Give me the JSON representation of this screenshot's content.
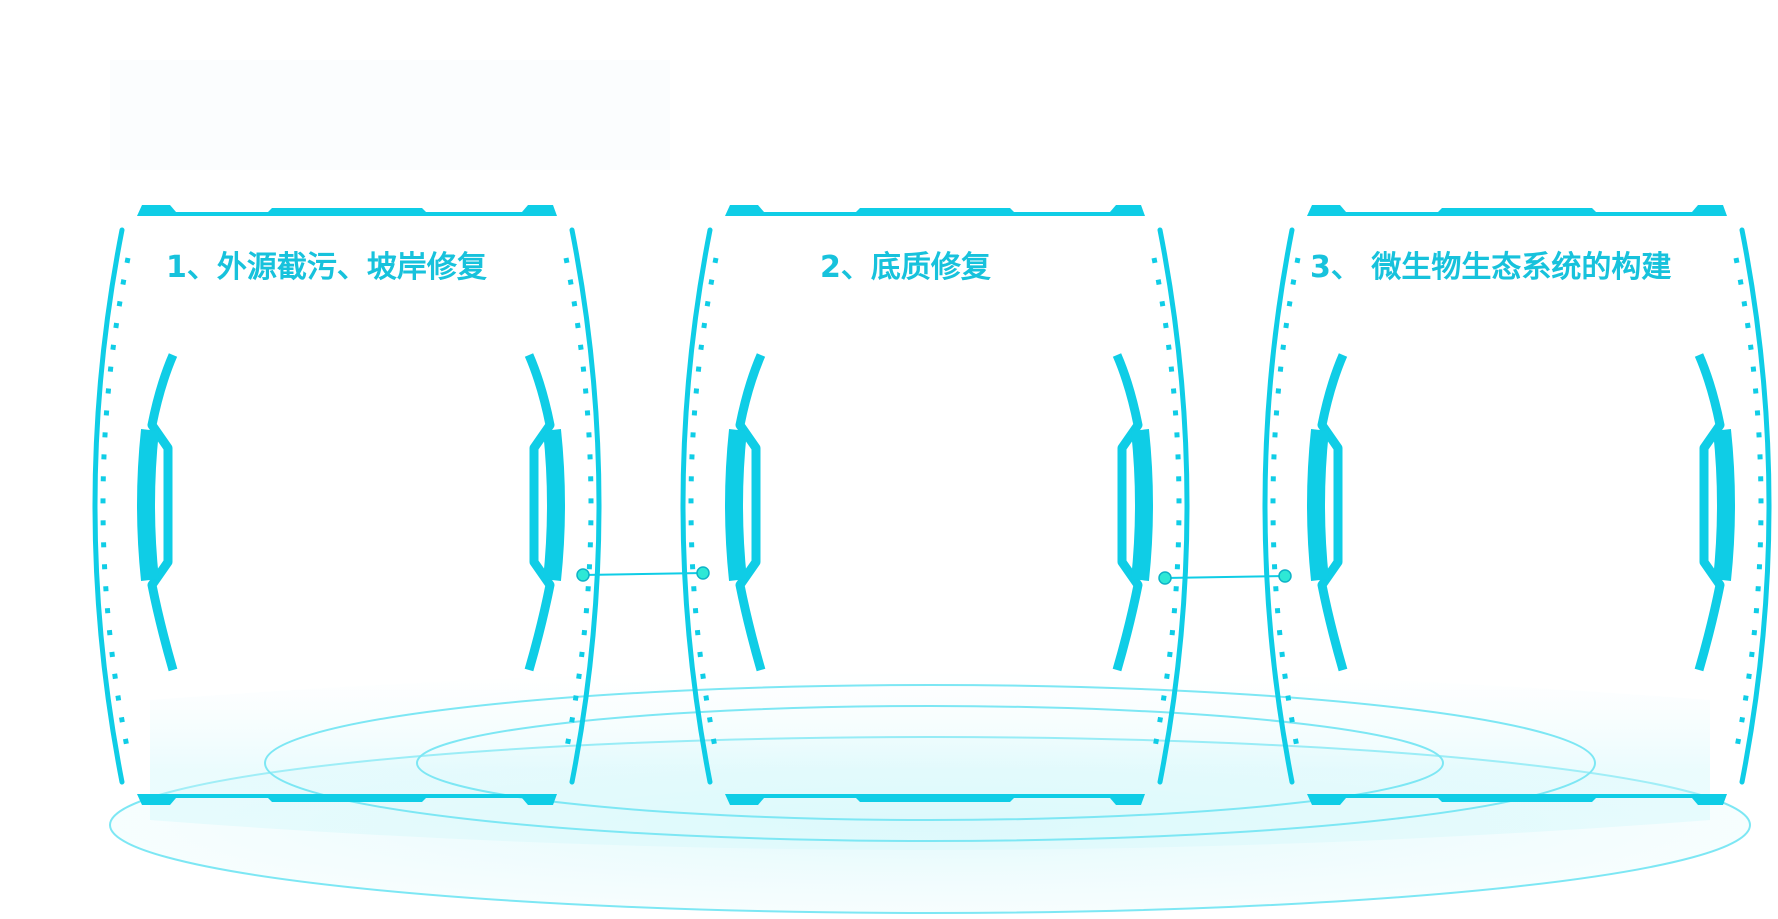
{
  "colors": {
    "accent": "#0fcde6",
    "accent_dark": "#0bc6e0",
    "glow": "#c9f6fb",
    "node": "#2ee8d6",
    "title": "#17c2dc"
  },
  "panels": [
    {
      "title": "1、外源截污、坡岸修复"
    },
    {
      "title": "2、底质修复"
    },
    {
      "title": "3、 微生物生态系统的构建"
    }
  ]
}
